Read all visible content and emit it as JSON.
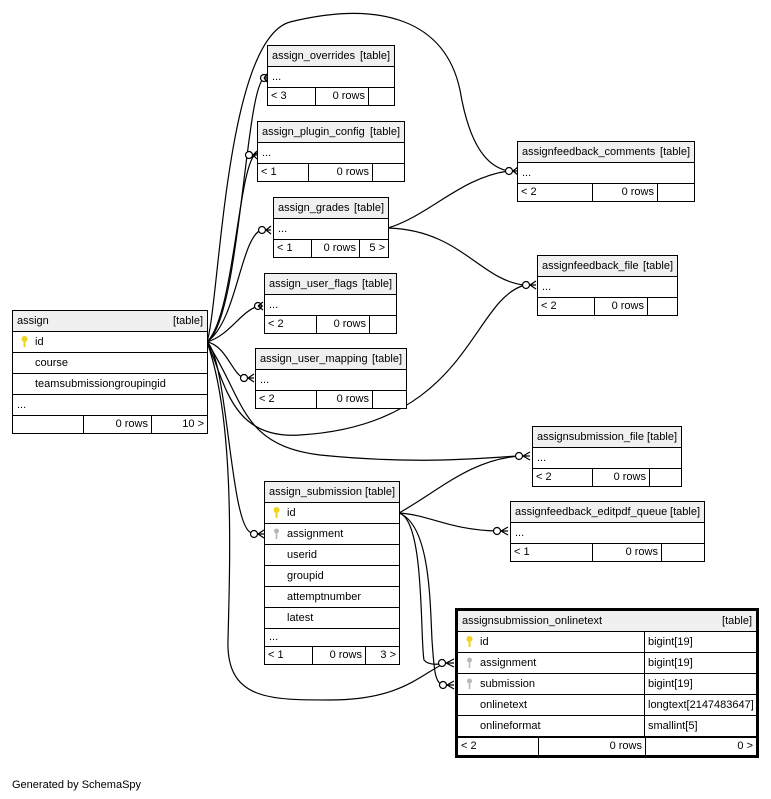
{
  "tables": {
    "assign": {
      "name": "assign",
      "tag": "[table]",
      "columns": [
        {
          "name": "id",
          "key": "primary"
        },
        {
          "name": "course",
          "key": ""
        },
        {
          "name": "teamsubmissiongroupingid",
          "key": ""
        }
      ],
      "more": "...",
      "footer": [
        "",
        "0 rows",
        "10 >"
      ]
    },
    "assign_overrides": {
      "name": "assign_overrides",
      "tag": "[table]",
      "more": "...",
      "footer": [
        "< 3",
        "0 rows",
        ""
      ]
    },
    "assign_plugin_config": {
      "name": "assign_plugin_config",
      "tag": "[table]",
      "more": "...",
      "footer": [
        "< 1",
        "0 rows",
        ""
      ]
    },
    "assign_grades": {
      "name": "assign_grades",
      "tag": "[table]",
      "more": "...",
      "footer": [
        "< 1",
        "0 rows",
        "5 >"
      ]
    },
    "assign_user_flags": {
      "name": "assign_user_flags",
      "tag": "[table]",
      "more": "...",
      "footer": [
        "< 2",
        "0 rows",
        ""
      ]
    },
    "assign_user_mapping": {
      "name": "assign_user_mapping",
      "tag": "[table]",
      "more": "...",
      "footer": [
        "< 2",
        "0 rows",
        ""
      ]
    },
    "assign_submission": {
      "name": "assign_submission",
      "tag": "[table]",
      "columns": [
        {
          "name": "id",
          "key": "primary"
        },
        {
          "name": "assignment",
          "key": "foreign"
        },
        {
          "name": "userid",
          "key": ""
        },
        {
          "name": "groupid",
          "key": ""
        },
        {
          "name": "attemptnumber",
          "key": ""
        },
        {
          "name": "latest",
          "key": ""
        }
      ],
      "more": "...",
      "footer": [
        "< 1",
        "0 rows",
        "3 >"
      ]
    },
    "assignfeedback_comments": {
      "name": "assignfeedback_comments",
      "tag": "[table]",
      "more": "...",
      "footer": [
        "< 2",
        "0 rows",
        ""
      ]
    },
    "assignfeedback_file": {
      "name": "assignfeedback_file",
      "tag": "[table]",
      "more": "...",
      "footer": [
        "< 2",
        "0 rows",
        ""
      ]
    },
    "assignsubmission_file": {
      "name": "assignsubmission_file",
      "tag": "[table]",
      "more": "...",
      "footer": [
        "< 2",
        "0 rows",
        ""
      ]
    },
    "assignfeedback_editpdf_queue": {
      "name": "assignfeedback_editpdf_queue",
      "tag": "[table]",
      "more": "...",
      "footer": [
        "< 1",
        "0 rows",
        ""
      ]
    },
    "assignsubmission_onlinetext": {
      "name": "assignsubmission_onlinetext",
      "tag": "[table]",
      "columns": [
        {
          "name": "id",
          "type": "bigint[19]",
          "key": "primary"
        },
        {
          "name": "assignment",
          "type": "bigint[19]",
          "key": "foreign"
        },
        {
          "name": "submission",
          "type": "bigint[19]",
          "key": "foreign"
        },
        {
          "name": "onlinetext",
          "type": "longtext[2147483647]",
          "key": ""
        },
        {
          "name": "onlineformat",
          "type": "smallint[5]",
          "key": ""
        }
      ],
      "footer": [
        "< 2",
        "0 rows",
        "0 >"
      ]
    }
  },
  "colors": {
    "primary_key": "#f2d21b",
    "foreign_key": "#b8b8b8",
    "header": "#f0f0f0"
  },
  "credit": "Generated by SchemaSpy"
}
